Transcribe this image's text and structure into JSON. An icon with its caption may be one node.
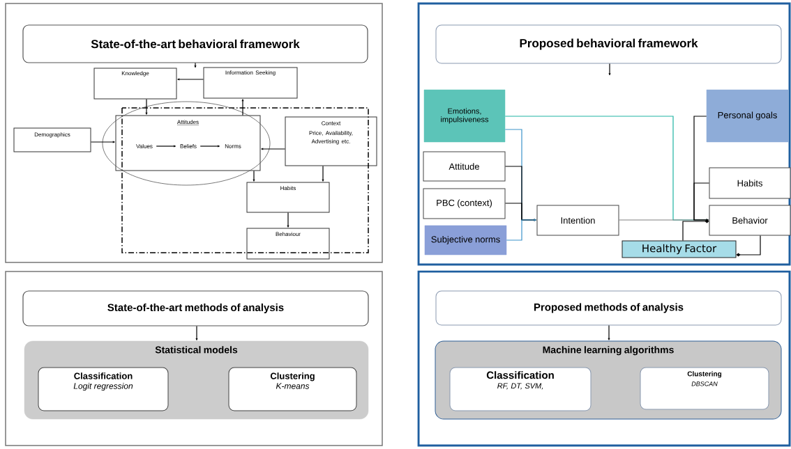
{
  "diagram": {
    "nodes": [
      {
        "text": [
          "State-of-the-art behavioral framework"
        ]
      },
      {
        "text": [
          "Knowledge"
        ]
      },
      {
        "text": [
          "Information Seeking"
        ]
      },
      {
        "text": [
          "Attitudes"
        ]
      },
      {
        "text": [
          "Values"
        ],
        "in": 3
      },
      {
        "text": [
          "Beliefs"
        ],
        "in": 3
      },
      {
        "text": [
          "Norms"
        ],
        "in": 3
      },
      {
        "text": [
          "Demographics"
        ]
      },
      {
        "text": [
          "Context",
          "Price, Availability, Advertising etc."
        ]
      },
      {
        "text": [
          "Habits"
        ]
      },
      {
        "text": [
          "Behaviour"
        ]
      },
      {
        "text": [
          "Proposed behavioral framework"
        ]
      },
      {
        "text": [
          "Emotions, impulsiveness"
        ]
      },
      {
        "text": [
          "Attitude"
        ]
      },
      {
        "text": [
          "PBC (context)"
        ]
      },
      {
        "text": [
          "Subjective norms"
        ]
      },
      {
        "text": [
          "Intention"
        ]
      },
      {
        "text": [
          "Personal goals"
        ]
      },
      {
        "text": [
          "Habits"
        ]
      },
      {
        "text": [
          "Behavior"
        ]
      },
      {
        "text": [
          "Healthy Factor"
        ]
      },
      {
        "text": [
          "State-of-the-art methods of analysis"
        ]
      },
      {
        "text": [
          "Statistical models"
        ]
      },
      {
        "text": [
          "Classification",
          "Logit regression"
        ],
        "in": 22
      },
      {
        "text": [
          "Clustering",
          "K-means"
        ],
        "in": 22
      },
      {
        "text": [
          "Proposed methods of analysis"
        ]
      },
      {
        "text": [
          "Machine learning algorithms"
        ]
      },
      {
        "text": [
          "Classification",
          "RF, DT, SVM,"
        ],
        "in": 26
      },
      {
        "text": [
          "Clustering",
          "DBSCAN"
        ],
        "in": 26
      }
    ],
    "edges": [
      {
        "from": 0,
        "to": null,
        "arrow": "to"
      },
      {
        "from": 2,
        "to": 1,
        "arrow": "to"
      },
      {
        "from": 1,
        "to": 3,
        "arrow": "to"
      },
      {
        "from": 3,
        "to": 2,
        "arrow": "to"
      },
      {
        "from": 7,
        "to": 3,
        "arrow": "to"
      },
      {
        "from": 8,
        "to": 3,
        "arrow": "to"
      },
      {
        "from": 4,
        "to": 5,
        "arrow": "to"
      },
      {
        "from": 5,
        "to": 6,
        "arrow": "to"
      },
      {
        "from": 3,
        "to": 9,
        "arrow": "to"
      },
      {
        "from": 8,
        "to": 9,
        "arrow": "to"
      },
      {
        "from": 9,
        "to": 10,
        "arrow": "to"
      },
      {
        "from": 11,
        "to": null,
        "arrow": "to"
      },
      {
        "from": 12,
        "to": 19,
        "arrow": "to",
        "color": "#1fb3a3"
      },
      {
        "from": 12,
        "to": 16,
        "arrow": "to",
        "color": "#3c93c9"
      },
      {
        "from": 13,
        "to": 16,
        "arrow": "to"
      },
      {
        "from": 14,
        "to": 16,
        "arrow": "to"
      },
      {
        "from": 15,
        "to": 16,
        "arrow": "to",
        "color": "#3c93c9"
      },
      {
        "from": 16,
        "to": 19,
        "arrow": "to",
        "color": "#808080"
      },
      {
        "from": 17,
        "to": 19,
        "arrow": "to"
      },
      {
        "from": 18,
        "to": 19,
        "arrow": "to"
      },
      {
        "from": 20,
        "to": 19,
        "arrow": "other"
      },
      {
        "from": 19,
        "to": 20,
        "arrow": "other"
      },
      {
        "from": 21,
        "to": 22,
        "arrow": "to"
      },
      {
        "from": 25,
        "to": 26,
        "arrow": "to"
      }
    ]
  }
}
